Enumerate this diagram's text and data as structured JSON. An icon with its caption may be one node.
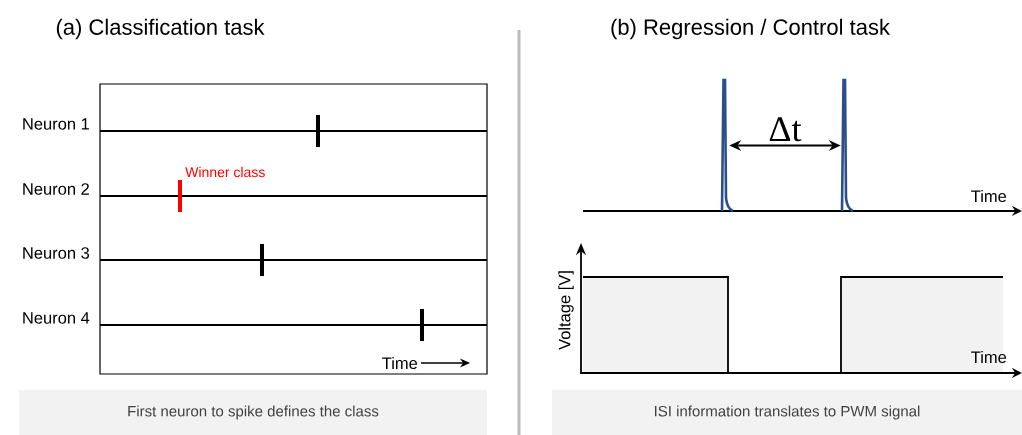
{
  "diagram": {
    "nodes": [
      {
        "text": [
          "First neuron to spike defines the class"
        ]
      },
      {
        "text": [
          "ISI information translates to PWM signal"
        ]
      },
      {
        "text": [],
        "shape": "spike"
      },
      {
        "text": [],
        "shape": "spike"
      }
    ],
    "edges": [
      {
        "from": 2,
        "to": 3,
        "arrow": "both",
        "label": "Δt"
      }
    ],
    "labels": [
      "(a) Classification task",
      "(b) Regression / Control task",
      "Neuron 1",
      "Winner class",
      "Neuron 2",
      "Neuron 3",
      "Neuron 4",
      "Time",
      "Time",
      "Voltage [V]",
      "Time"
    ]
  }
}
